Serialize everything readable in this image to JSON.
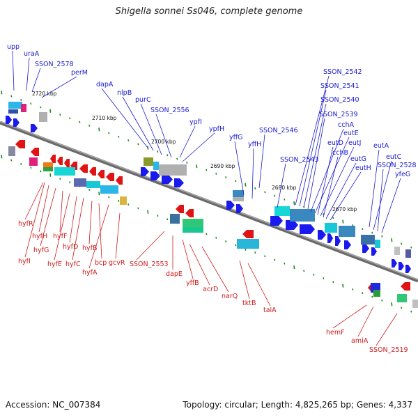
{
  "title": "Shigella sonnei Ss046, complete genome",
  "footer": {
    "accession": "Accession: NC_007384",
    "summary": "Topology: circular; Length: 4,825,265 bp; Genes: 4,337"
  },
  "colors": {
    "forward_label": "#1a1ad0",
    "reverse_label": "#d01a1a",
    "backbone": "#808080",
    "tick": "#1c8a1c"
  },
  "kbp_ticks": [
    "2720 kbp",
    "2710 kbp",
    "2700 kbp",
    "2690 kbp",
    "2680 kbp",
    "2670 kbp"
  ],
  "forward_labels": [
    "upp",
    "uraA",
    "SSON_2578",
    "perM",
    "dapA",
    "nlpB",
    "purC",
    "SSON_2556",
    "ypfI",
    "ypfH",
    "yffG",
    "yffH",
    "SSON_2546",
    "SSON_2543",
    "SSON_2542",
    "SSON_2541",
    "SSON_2540",
    "SSON_2539",
    "cchA",
    "eutE",
    "eutD",
    "eutJ",
    "cchB",
    "eutG",
    "eutH",
    "eutA",
    "eutC",
    "SSON_2528",
    "yfeG"
  ],
  "reverse_labels": [
    "hyfR",
    "hyfH",
    "hyfG",
    "hyfF",
    "hyfI",
    "hyfE",
    "hyfD",
    "hyfC",
    "hyfB",
    "bcp",
    "hyfA",
    "gcvR",
    "SSON_2553",
    "dapE",
    "yffB",
    "acrD",
    "narQ",
    "tktB",
    "talA",
    "hemF",
    "amiA",
    "SSON_2519"
  ]
}
